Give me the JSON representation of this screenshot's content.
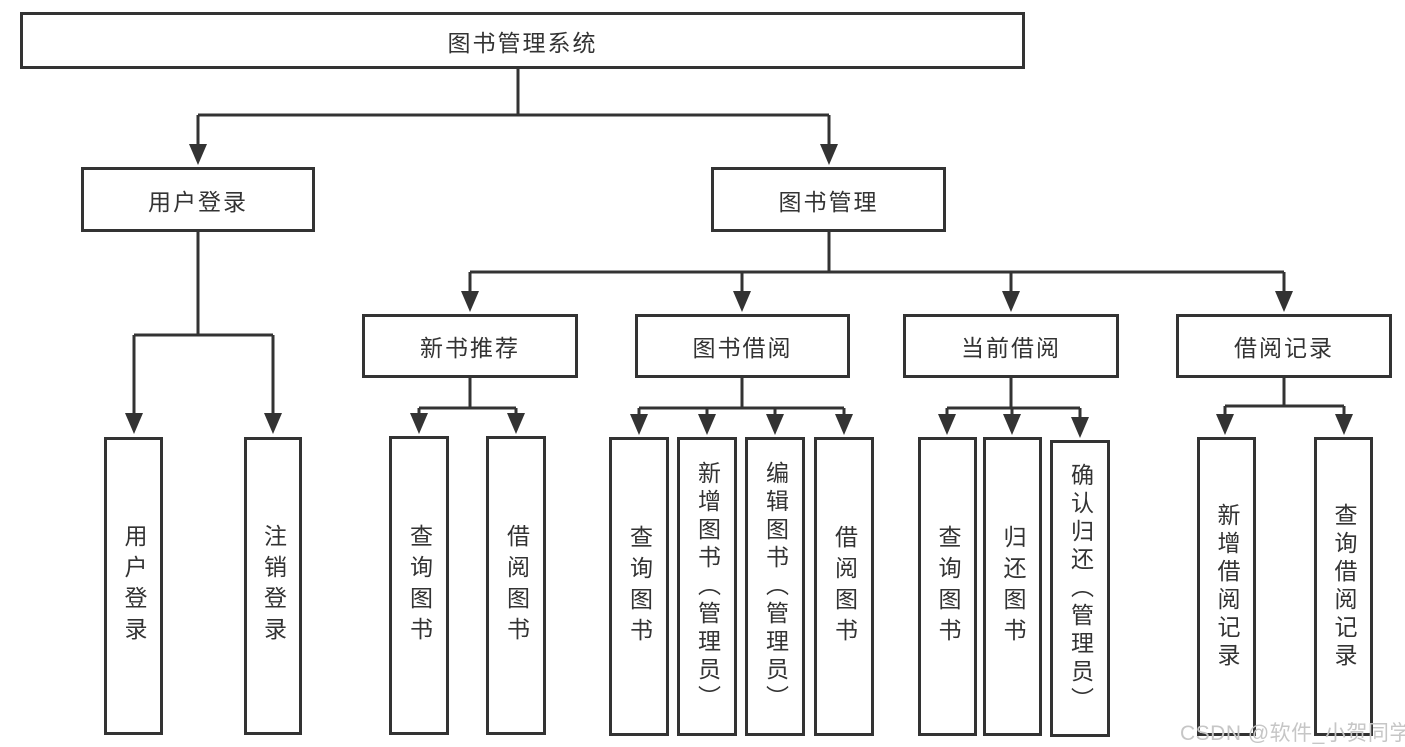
{
  "diagram_title": "图书管理系统",
  "tree": {
    "label": "图书管理系统",
    "children": [
      {
        "label": "用户登录",
        "children": [
          {
            "label": "用户登录"
          },
          {
            "label": "注销登录"
          }
        ]
      },
      {
        "label": "图书管理",
        "children": [
          {
            "label": "新书推荐",
            "children": [
              {
                "label": "查询图书"
              },
              {
                "label": "借阅图书"
              }
            ]
          },
          {
            "label": "图书借阅",
            "children": [
              {
                "label": "查询图书"
              },
              {
                "label": "新增图书（管理员）"
              },
              {
                "label": "编辑图书（管理员）"
              },
              {
                "label": "借阅图书"
              }
            ]
          },
          {
            "label": "当前借阅",
            "children": [
              {
                "label": "查询图书"
              },
              {
                "label": "归还图书"
              },
              {
                "label": "确认归还（管理员）"
              }
            ]
          },
          {
            "label": "借阅记录",
            "children": [
              {
                "label": "新增借阅记录"
              },
              {
                "label": "查询借阅记录"
              }
            ]
          }
        ]
      }
    ]
  },
  "watermark": {
    "text": "CSDN @软件_小贺同学"
  },
  "colors": {
    "line": "#333333",
    "text": "#333333",
    "background": "#ffffff",
    "watermark": "#c6c6c6"
  }
}
